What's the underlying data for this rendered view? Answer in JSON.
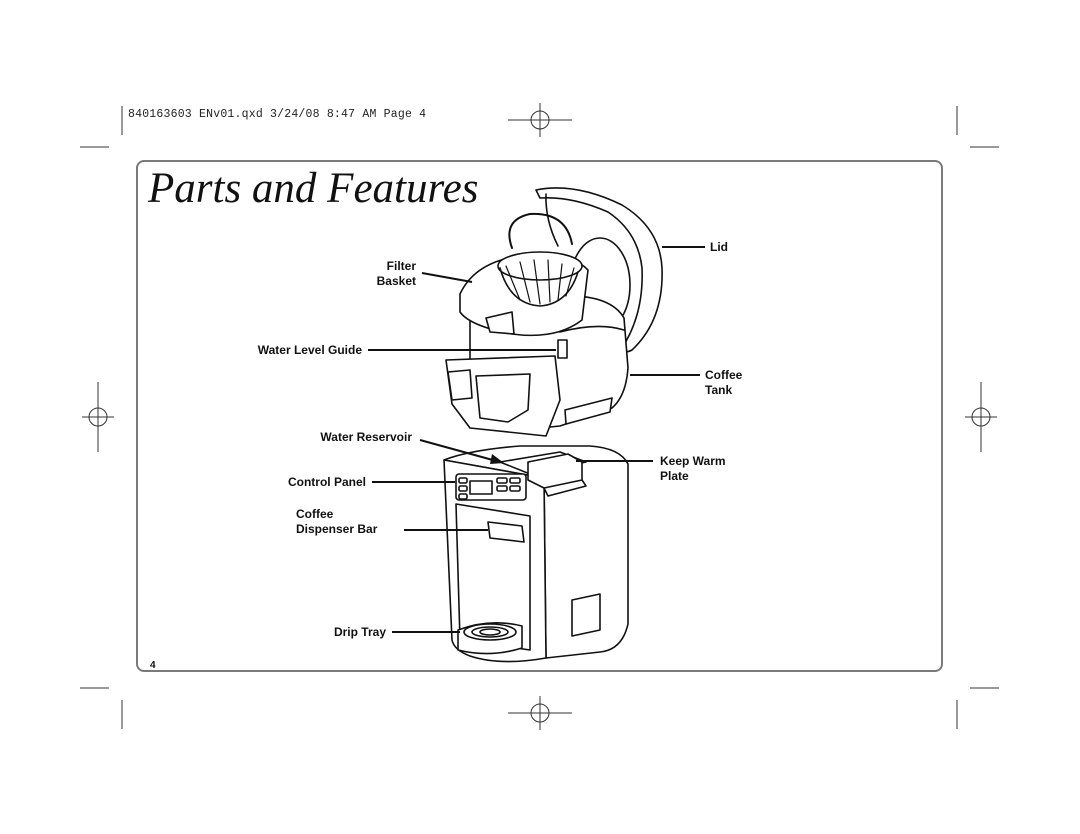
{
  "slug_line": "840163603 ENv01.qxd  3/24/08  8:47 AM  Page 4",
  "title": "Parts and Features",
  "labels": {
    "lid": "Lid",
    "filter_basket_1": "Filter",
    "filter_basket_2": "Basket",
    "water_level_guide": "Water Level Guide",
    "coffee_tank_1": "Coffee",
    "coffee_tank_2": "Tank",
    "water_reservoir": "Water Reservoir",
    "keep_warm_plate_1": "Keep Warm",
    "keep_warm_plate_2": "Plate",
    "control_panel": "Control Panel",
    "dispenser_bar_1": "Coffee",
    "dispenser_bar_2": "Dispenser Bar",
    "drip_tray": "Drip Tray"
  },
  "page_number": "4"
}
